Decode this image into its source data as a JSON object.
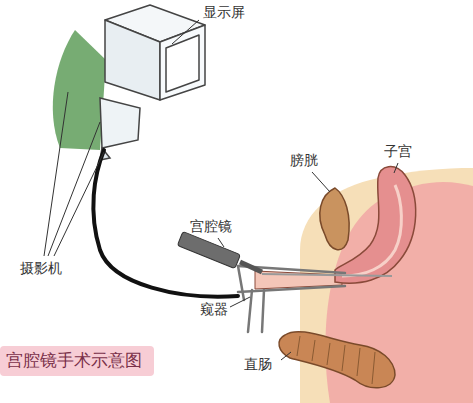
{
  "diagram": {
    "title": "宫腔镜手术示意图",
    "labels": [
      "显示屏",
      "摄影机",
      "宫腔镜",
      "窥器",
      "膀胱",
      "子宫",
      "直肠"
    ]
  }
}
